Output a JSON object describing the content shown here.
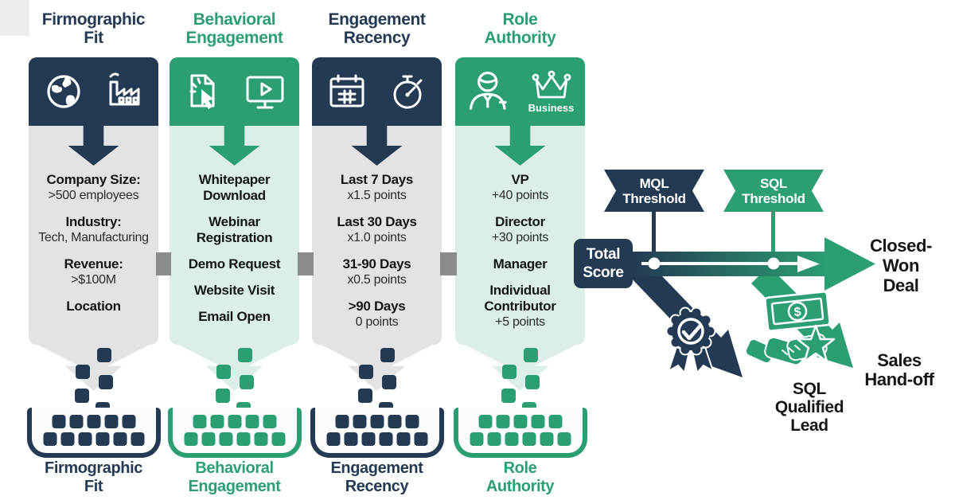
{
  "colors": {
    "navy": "#243A52",
    "green": "#2B9E72",
    "body_gray": "#E3E3E6",
    "body_green": "#DCEFE6",
    "connector_gray": "#8C8C8C",
    "text_dark": "#161616",
    "background": "#FFFFFF",
    "corner_gray": "#EDEDEF"
  },
  "columns": [
    {
      "id": "firmographic-fit",
      "theme": "navy",
      "title_lines": [
        "Firmographic",
        "Fit"
      ],
      "header_icons": [
        "globe-icon",
        "factory-icon"
      ],
      "items": [
        {
          "label": "Company Size:",
          "value": ">500 employees"
        },
        {
          "label": "Industry:",
          "value": "Tech, Manufacturing"
        },
        {
          "label": "Revenue:",
          "value": ">$100M"
        },
        {
          "label": "Location"
        }
      ],
      "footer_lines": [
        "Firmographic",
        "Fit"
      ]
    },
    {
      "id": "behavioral-engagement",
      "theme": "green",
      "title_lines": [
        "Behavioral",
        "Engagement"
      ],
      "header_icons": [
        "document-click-icon",
        "video-monitor-icon"
      ],
      "items": [
        {
          "label": "Whitepaper Download"
        },
        {
          "label": "Webinar Registration"
        },
        {
          "label": "Demo Request"
        },
        {
          "label": "Website Visit"
        },
        {
          "label": "Email Open"
        }
      ],
      "footer_lines": [
        "Behavioral",
        "Engagement"
      ]
    },
    {
      "id": "engagement-recency",
      "theme": "navy",
      "title_lines": [
        "Engagement",
        "Recency"
      ],
      "header_icons": [
        "calendar-icon",
        "stopwatch-icon"
      ],
      "items": [
        {
          "label": "Last 7 Days",
          "value": "x1.5 points"
        },
        {
          "label": "Last 30 Days",
          "value": "x1.0 points"
        },
        {
          "label": "31-90 Days",
          "value": "x0.5 points"
        },
        {
          "label": ">90 Days",
          "value": "0 points"
        }
      ],
      "footer_lines": [
        "Engagement",
        "Recency"
      ]
    },
    {
      "id": "role-authority",
      "theme": "green",
      "title_lines": [
        "Role",
        "Authority"
      ],
      "header_icons": [
        "businessman-icon",
        "crown-icon"
      ],
      "header_caption": "Business",
      "items": [
        {
          "label": "VP",
          "value": "+40 points"
        },
        {
          "label": "Director",
          "value": "+30 points"
        },
        {
          "label": "Manager"
        },
        {
          "label": "Individual Contributor",
          "value": "+5 points"
        }
      ],
      "footer_lines": [
        "Role",
        "Authority"
      ]
    }
  ],
  "flow": {
    "total_score_lines": [
      "Total",
      "Score"
    ],
    "mql_threshold_lines": [
      "MQL",
      "Threshold"
    ],
    "sql_threshold_lines": [
      "SQL",
      "Threshold"
    ],
    "closed_won_lines": [
      "Closed-",
      "Won",
      "Deal"
    ],
    "sql_qualified_lines": [
      "SQL",
      "Qualified",
      "Lead"
    ],
    "sales_handoff_lines": [
      "Sales",
      "Hand-off"
    ],
    "cash_symbol": "$"
  }
}
